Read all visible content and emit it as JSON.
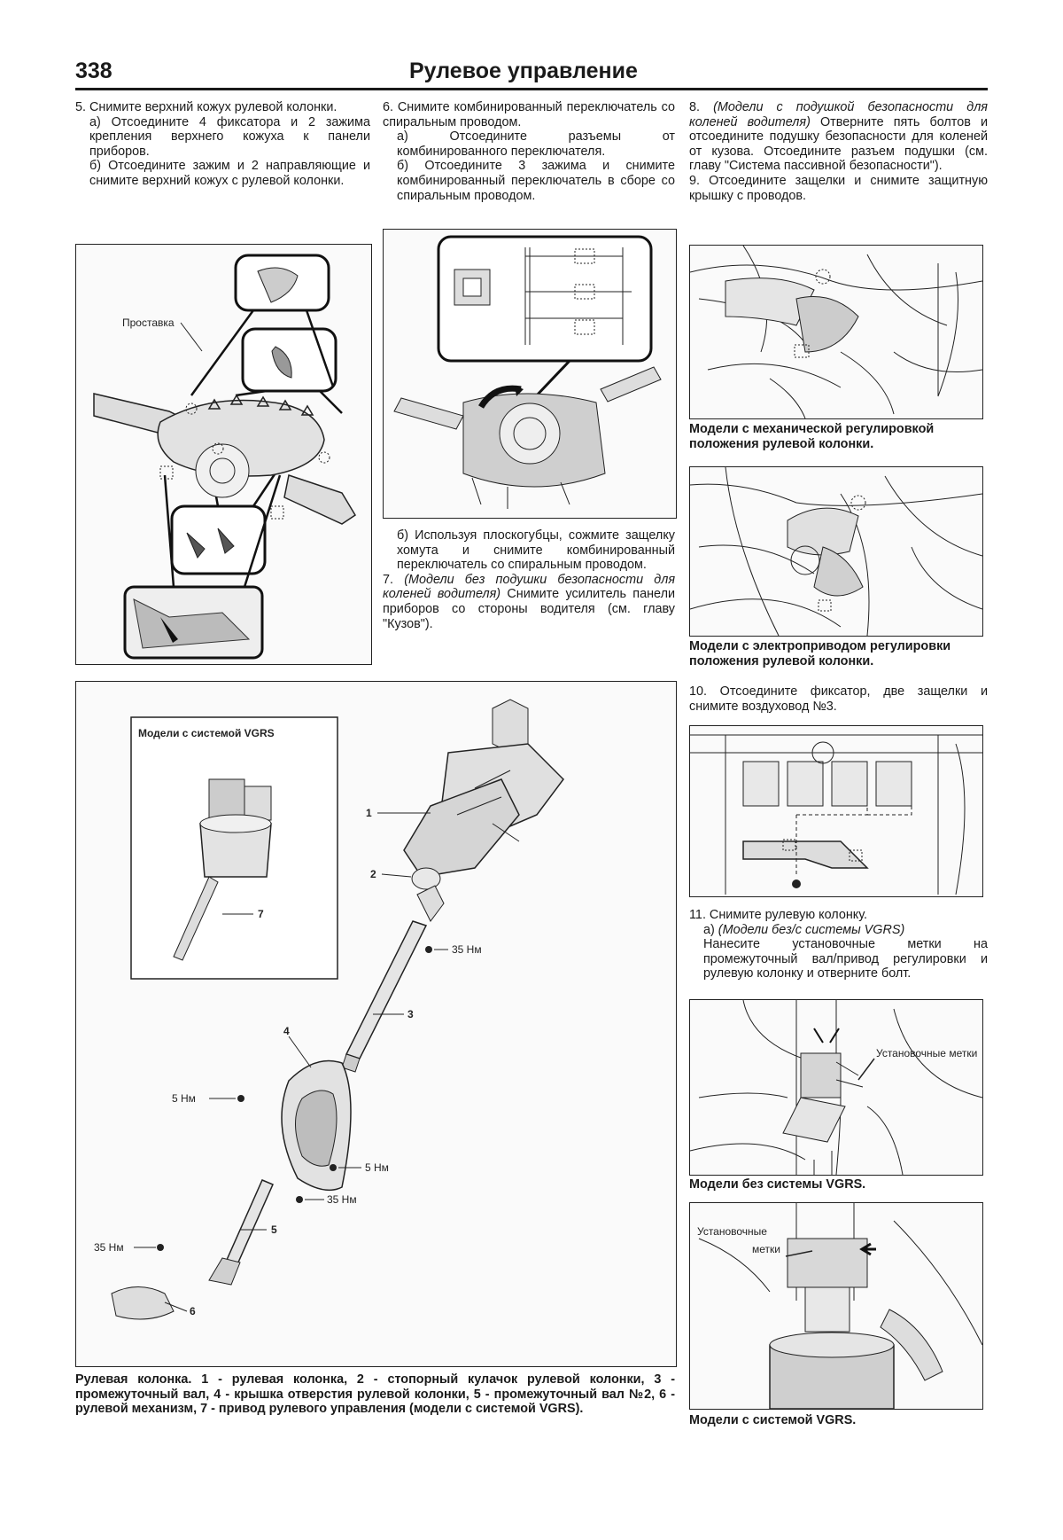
{
  "header": {
    "page_number": "338",
    "section_title": "Рулевое управление"
  },
  "col1": {
    "step5_title": "5. Снимите верхний кожух рулевой колонки.",
    "step5a": "а) Отсоедините 4 фиксатора и 2 зажима крепления верхнего кожуха к панели приборов.",
    "step5b": "б) Отсоедините зажим и 2 направляющие и снимите верхний кожух с рулевой колонки.",
    "fig_label_spacer": "Проставка"
  },
  "col2": {
    "step6_title": "6. Снимите комбинированный переключатель со спиральным проводом.",
    "step6a": "а) Отсоедините разъемы от комбинированного переключателя.",
    "step6b": "б) Отсоедините 3 зажима и снимите комбинированный переключатель в сборе со спиральным проводом.",
    "step6b2": "б) Используя плоскогубцы, сожмите защелку хомута и снимите комбинированный переключатель со спиральным проводом.",
    "step7_num": "7.",
    "step7_italic": "(Модели без подушки безопасности для коленей водителя)",
    "step7_rest": "Снимите усилитель панели приборов со стороны водителя (см. главу \"Кузов\")."
  },
  "col3": {
    "step8_num": "8.",
    "step8_italic": "(Модели с подушкой безопасности для коленей водителя)",
    "step8_rest": "Отверните пять болтов и отсоедините подушку безопасности для коленей от кузова. Отсоедините разъем подушки (см. главу \"Система пассивной безопасности\").",
    "step9": "9. Отсоедините защелки и снимите защитную крышку с проводов.",
    "caption_mech": "Модели с механической регулировкой положения рулевой колонки.",
    "caption_elec": "Модели с электроприводом регулировки положения рулевой колонки.",
    "step10": "10. Отсоедините фиксатор, две защелки и снимите воздуховод №3.",
    "step11": "11. Снимите рулевую колонку.",
    "step11a_prefix": "а)",
    "step11a_italic": "(Модели без/с системы VGRS)",
    "step11a_rest": "Нанесите установочные метки на промежуточный вал/привод регулировки и рулевую колонку и отверните болт.",
    "label_marks1": "Установочные метки",
    "caption_no_vgrs": "Модели без системы VGRS.",
    "label_marks2_a": "Установочные",
    "label_marks2_b": "метки",
    "caption_vgrs": "Модели с системой VGRS."
  },
  "main_figure": {
    "inset_title": "Модели с системой VGRS",
    "num1": "1",
    "num2": "2",
    "num3": "3",
    "num4": "4",
    "num5": "5",
    "num6": "6",
    "num7": "7",
    "torque_35a": "35 Нм",
    "torque_5a": "5 Нм",
    "torque_5b": "5 Нм",
    "torque_35b": "35 Нм",
    "torque_35c": "35 Нм",
    "caption": "Рулевая колонка. 1 - рулевая колонка, 2 - стопорный кулачок рулевой колонки, 3 - промежуточный вал, 4 - крышка отверстия рулевой колонки, 5 - промежуточный вал №2, 6 - рулевой механизм, 7 - привод рулевого управления (модели с системой VGRS)."
  }
}
